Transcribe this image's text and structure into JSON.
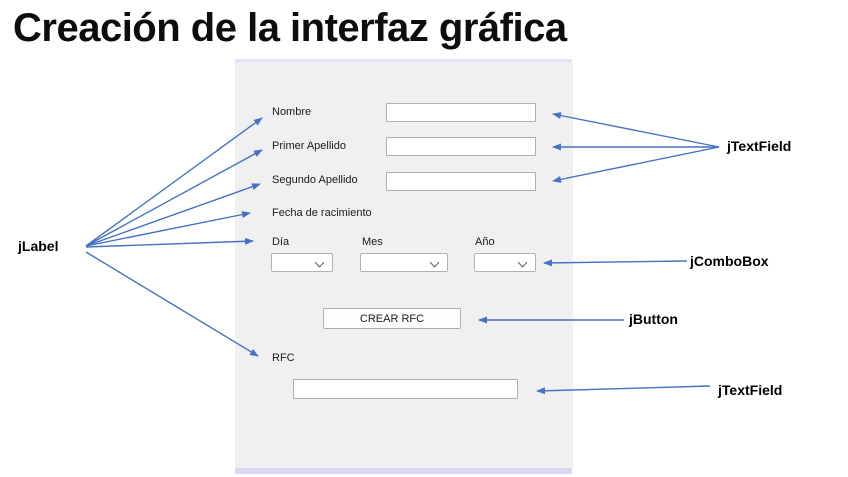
{
  "title": "Creación de la interfaz gráfica",
  "colors": {
    "arrow": "#4472c4",
    "panel": "#f1f0f1",
    "accent_bar_top": "#e2e1f7",
    "accent_bar_bottom": "#d9d8f3"
  },
  "form": {
    "fields": [
      {
        "label": "Nombre",
        "value": ""
      },
      {
        "label": "Primer Apellido",
        "value": ""
      },
      {
        "label": "Segundo Apellido",
        "value": ""
      }
    ],
    "birthdate_label": "Fecha de racimiento",
    "combos": [
      {
        "label": "Día",
        "value": ""
      },
      {
        "label": "Mes",
        "value": ""
      },
      {
        "label": "Año",
        "value": ""
      }
    ],
    "button_label": "CREAR RFC",
    "rfc_label": "RFC",
    "rfc_value": ""
  },
  "annotations": {
    "jlabel": "jLabel",
    "jtextfield_top": "jTextField",
    "jcombobox": "jComboBox",
    "jbutton": "jButton",
    "jtextfield_bottom": "jTextField"
  }
}
